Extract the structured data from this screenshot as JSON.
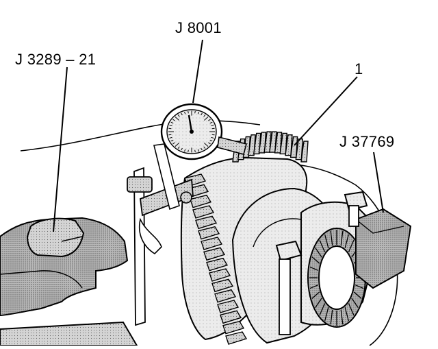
{
  "callouts": {
    "gauge_tool": "J 8001",
    "holder_tool": "J 3289 – 21",
    "ring_gear_ref": "1",
    "spreader_tool": "J 37769"
  },
  "colors": {
    "ink": "#000000",
    "paper": "#ffffff",
    "stipple_dark": "#9a9a9a",
    "stipple_mid": "#c4c4c4",
    "stipple_light": "#e2e2e2"
  },
  "icons": [
    "dial-indicator-icon",
    "ring-gear-icon",
    "clamp-post-icon",
    "bearing-cap-icon",
    "bolt-icon"
  ]
}
